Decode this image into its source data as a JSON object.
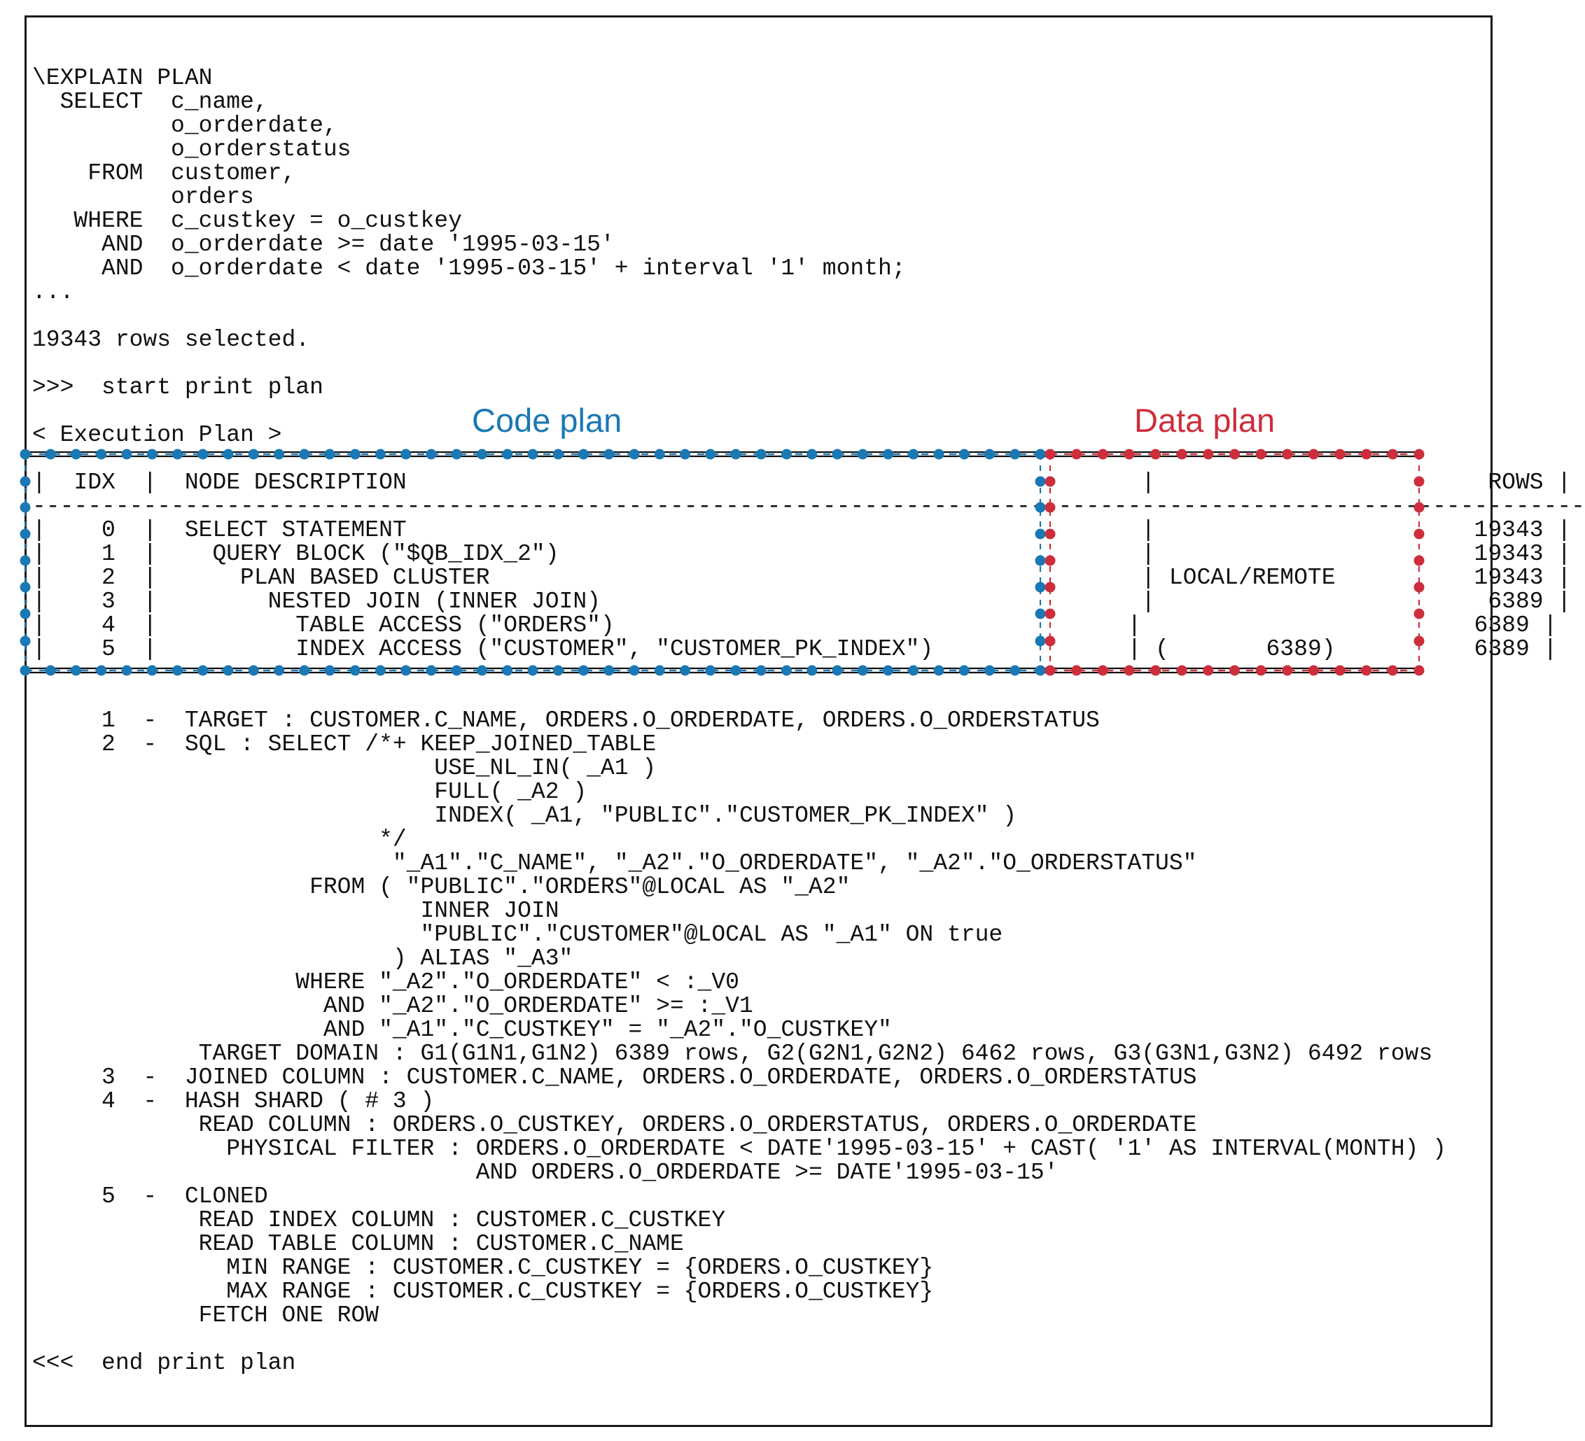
{
  "query": {
    "lines": [
      "\\EXPLAIN PLAN",
      "  SELECT  c_name,",
      "          o_orderdate,",
      "          o_orderstatus",
      "    FROM  customer,",
      "          orders",
      "   WHERE  c_custkey = o_custkey",
      "     AND  o_orderdate >= date '1995-03-15'",
      "     AND  o_orderdate < date '1995-03-15' + interval '1' month;",
      "..."
    ]
  },
  "result": {
    "rows_selected": "19343 rows selected."
  },
  "markers": {
    "start": ">>>  start print plan",
    "end": "<<<  end print plan"
  },
  "plan": {
    "title": "< Execution Plan >",
    "header": "|  IDX  |  NODE DESCRIPTION                                                     |                        ROWS |",
    "divider": "----------------------------------------------------------------------------------------------------------------",
    "rows": [
      "|    0  |  SELECT STATEMENT                                                     |                       19343 |",
      "|    1  |    QUERY BLOCK (\"$QB_IDX_2\")                                          |                       19343 |",
      "|    2  |      PLAN BASED CLUSTER                                               | LOCAL/REMOTE          19343 |",
      "|    3  |        NESTED JOIN (INNER JOIN)                                       |                        6389 |",
      "|    4  |          TABLE ACCESS (\"ORDERS\")                                     |                        6389 |",
      "|    5  |          INDEX ACCESS (\"CUSTOMER\", \"CUSTOMER_PK_INDEX\")              | (       6389)          6389 |"
    ]
  },
  "regions": {
    "code": {
      "label": "Code plan",
      "color": "#1a78b4"
    },
    "data": {
      "label": "Data plan",
      "color": "#cc2e3c"
    }
  },
  "details": {
    "lines": [
      "     1  -  TARGET : CUSTOMER.C_NAME, ORDERS.O_ORDERDATE, ORDERS.O_ORDERSTATUS",
      "     2  -  SQL : SELECT /*+ KEEP_JOINED_TABLE",
      "                             USE_NL_IN( _A1 )",
      "                             FULL( _A2 )",
      "                             INDEX( _A1, \"PUBLIC\".\"CUSTOMER_PK_INDEX\" )",
      "                         */",
      "                          \"_A1\".\"C_NAME\", \"_A2\".\"O_ORDERDATE\", \"_A2\".\"O_ORDERSTATUS\"",
      "                    FROM ( \"PUBLIC\".\"ORDERS\"@LOCAL AS \"_A2\"",
      "                            INNER JOIN",
      "                            \"PUBLIC\".\"CUSTOMER\"@LOCAL AS \"_A1\" ON true",
      "                          ) ALIAS \"_A3\"",
      "                   WHERE \"_A2\".\"O_ORDERDATE\" < :_V0",
      "                     AND \"_A2\".\"O_ORDERDATE\" >= :_V1",
      "                     AND \"_A1\".\"C_CUSTKEY\" = \"_A2\".\"O_CUSTKEY\"",
      "            TARGET DOMAIN : G1(G1N1,G1N2) 6389 rows, G2(G2N1,G2N2) 6462 rows, G3(G3N1,G3N2) 6492 rows",
      "     3  -  JOINED COLUMN : CUSTOMER.C_NAME, ORDERS.O_ORDERDATE, ORDERS.O_ORDERSTATUS",
      "     4  -  HASH SHARD ( # 3 )",
      "            READ COLUMN : ORDERS.O_CUSTKEY, ORDERS.O_ORDERSTATUS, ORDERS.O_ORDERDATE",
      "              PHYSICAL FILTER : ORDERS.O_ORDERDATE < DATE'1995-03-15' + CAST( '1' AS INTERVAL(MONTH) )",
      "                                AND ORDERS.O_ORDERDATE >= DATE'1995-03-15'",
      "     5  -  CLONED",
      "            READ INDEX COLUMN : CUSTOMER.C_CUSTKEY",
      "            READ TABLE COLUMN : CUSTOMER.C_NAME",
      "              MIN RANGE : CUSTOMER.C_CUSTKEY = {ORDERS.O_CUSTKEY}",
      "              MAX RANGE : CUSTOMER.C_CUSTKEY = {ORDERS.O_CUSTKEY}",
      "            FETCH ONE ROW"
    ]
  }
}
